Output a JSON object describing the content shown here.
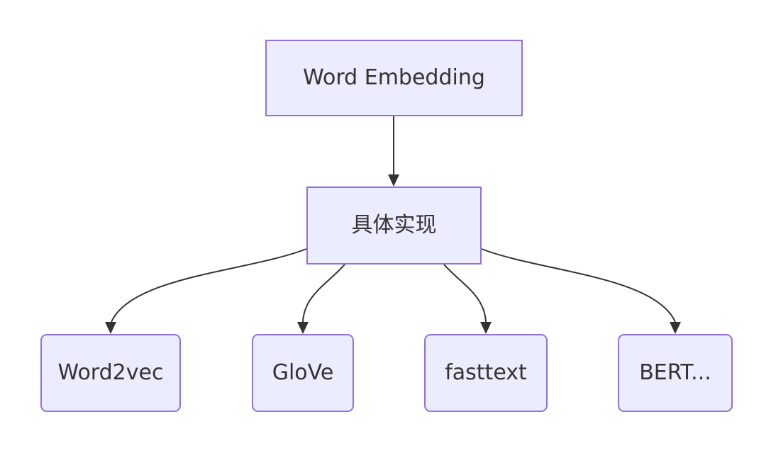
{
  "diagram": {
    "type": "flowchart",
    "direction": "top-down",
    "nodes": {
      "word_embedding": {
        "label": "Word Embedding",
        "shape": "rectangle"
      },
      "concrete_impl": {
        "label": "具体实现",
        "shape": "rectangle"
      },
      "word2vec": {
        "label": "Word2vec",
        "shape": "rounded-rectangle"
      },
      "glove": {
        "label": "GloVe",
        "shape": "rounded-rectangle"
      },
      "fasttext": {
        "label": "fasttext",
        "shape": "rounded-rectangle"
      },
      "bert": {
        "label": "BERT...",
        "shape": "rounded-rectangle"
      }
    },
    "edges": [
      {
        "from": "Word Embedding",
        "to": "具体实现",
        "arrow": "filled-triangle"
      },
      {
        "from": "具体实现",
        "to": "Word2vec",
        "arrow": "filled-triangle"
      },
      {
        "from": "具体实现",
        "to": "GloVe",
        "arrow": "filled-triangle"
      },
      {
        "from": "具体实现",
        "to": "fasttext",
        "arrow": "filled-triangle"
      },
      {
        "from": "具体实现",
        "to": "BERT...",
        "arrow": "filled-triangle"
      }
    ],
    "colors": {
      "node_fill": "#ECECFF",
      "node_border": "#9370DB",
      "edge_stroke": "#333333",
      "text": "#333333",
      "background": "#FFFFFF"
    }
  }
}
